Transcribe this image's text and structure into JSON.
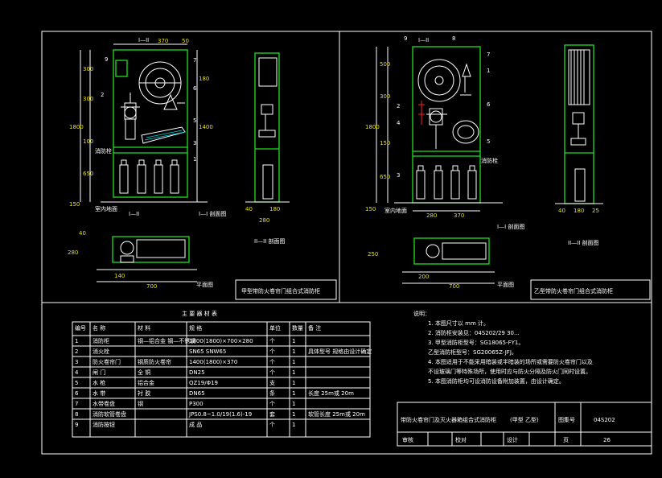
{
  "left_view": {
    "section_mark": "I—II",
    "section_mark_bottom": "I—II",
    "front_title": "I—I 剖面图",
    "side_title": "II—II 剖面图",
    "plan_title": "平面图",
    "caption": "甲型带防火卷帘门组合式消防柜",
    "floor_label": "室内地面",
    "hose_label": "消防栓",
    "callouts": [
      "9",
      "2",
      "7",
      "6",
      "5",
      "3",
      "1"
    ],
    "dims_top": [
      "370",
      "50"
    ],
    "dims_left": [
      "300",
      "300",
      "100",
      "650",
      "1800",
      "150"
    ],
    "dims_right": [
      "1400",
      "180"
    ],
    "dims_side": [
      "280",
      "40",
      "180"
    ],
    "dims_plan": [
      "140",
      "700",
      "40",
      "280"
    ]
  },
  "right_view": {
    "section_mark": "I—II",
    "front_title": "I—I 剖面图",
    "side_title": "II—II 剖面图",
    "plan_title": "平面图",
    "caption": "乙型带防火卷帘门组合式消防柜",
    "floor_label": "室内地面",
    "hose_label": "消防栓",
    "callouts": [
      "9",
      "8",
      "7",
      "1",
      "2",
      "4",
      "6",
      "3",
      "5"
    ],
    "dims_left": [
      "500",
      "300",
      "150",
      "1800",
      "650",
      "150"
    ],
    "dims_bottom": [
      "370",
      "280"
    ],
    "dims_side": [
      "40",
      "180",
      "25"
    ],
    "dims_plan": [
      "200",
      "700",
      "250"
    ]
  },
  "materials_table": {
    "title": "主 要 器 材 表",
    "headers": [
      "编号",
      "名 称",
      "材 料",
      "规 格",
      "单位",
      "数量",
      "备 注"
    ],
    "rows": [
      [
        "1",
        "消防柜",
        "钢—铝合金 钢—不锈钢",
        "1800(1800)×700×280",
        "个",
        "1",
        ""
      ],
      [
        "2",
        "消火栓",
        "",
        "SN65 SNW65",
        "个",
        "1",
        "具体型号 规格由设计确定"
      ],
      [
        "3",
        "防火卷帘门",
        "钢质防火卷帘",
        "1400(1800)×370",
        "个",
        "1",
        ""
      ],
      [
        "4",
        "闸 门",
        "全 铜",
        "DN25",
        "个",
        "1",
        ""
      ],
      [
        "5",
        "水 枪",
        "铝合金",
        "QZ19/Φ19",
        "支",
        "1",
        ""
      ],
      [
        "6",
        "水 带",
        "衬 胶",
        "DN65",
        "条",
        "1",
        "长度 25m或 20m"
      ],
      [
        "7",
        "水带卷盘",
        "钢",
        "P300",
        "个",
        "1",
        ""
      ],
      [
        "8",
        "消防软管卷盘",
        "",
        "JPS0.8~1.0/19(1.6)-19",
        "套",
        "1",
        "软管长度 25m或 20m"
      ],
      [
        "9",
        "消防按钮",
        "",
        "成 品",
        "个",
        "1",
        ""
      ]
    ]
  },
  "notes": {
    "heading": "说明：",
    "lines": [
      "1. 本图尺寸以 mm 计。",
      "2. 消防柜安装见：04S202/29 30...",
      "3. 甲型消防柜型号：SG18065-FY1。",
      "   乙型消防柜型号：SG20065Z-JFJ。",
      "4. 本图适用于不能采用暗装或半暗装的场所或需要防火卷帘门以及",
      "   不设玻璃门等特殊场所，使用时应与防火分隔及防火门同时设置。",
      "5. 本图消防柜均可设消防设备附加装置，由设计确定。"
    ]
  },
  "title_block": {
    "drawing_title": "带防火卷帘门及灭火器箱组合式消防柜",
    "type_label": "(甲型 乙型)",
    "atlas_label": "图集号",
    "atlas_no": "04S202",
    "review_label": "审核",
    "check_label": "校对",
    "design_label": "设计",
    "page_label": "页",
    "page_no": "26"
  }
}
